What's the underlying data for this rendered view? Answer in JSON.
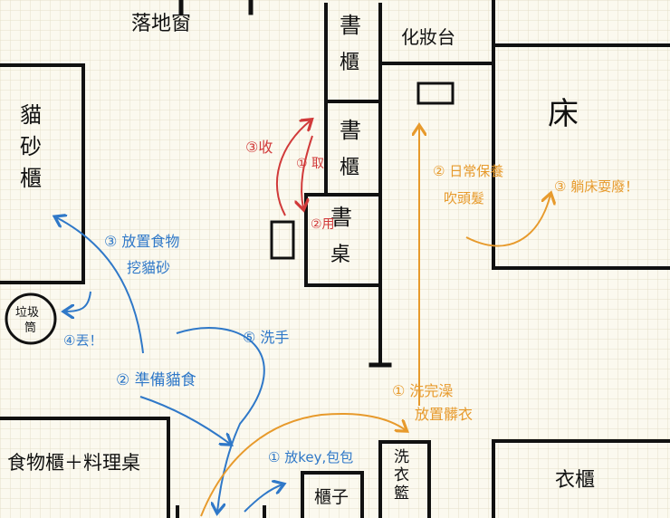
{
  "rooms": {
    "window": "落地窗",
    "cat_litter_cabinet": "貓砂櫃",
    "trash": "垃圾筒",
    "bookshelf_1": "書櫃",
    "bookshelf_2": "書櫃",
    "desk": "書桌",
    "vanity": "化妝台",
    "bed": "床",
    "food_cabinet": "食物櫃＋料理桌",
    "cabinet": "櫃子",
    "laundry_basket": "洗衣籃",
    "wardrobe": "衣櫃"
  },
  "notes_blue": {
    "n3a": "③ 放置食物",
    "n3b": "挖貓砂",
    "n4": "④丟！",
    "n2": "② 準備貓食",
    "n5": "⑤ 洗手",
    "n1": "① 放key,包包"
  },
  "notes_red": {
    "n3": "③收",
    "n1": "① 取",
    "n2": "②用"
  },
  "notes_orange": {
    "n2a": "② 日常保養",
    "n2b": "吹頭髮",
    "n3": "③ 躺床耍廢！",
    "n1a": "① 洗完澡",
    "n1b": "放置髒衣"
  },
  "colors": {
    "grid": "#e6e2cf",
    "background": "#fbf9ef",
    "blue": "#2f78c8",
    "red": "#d13a3a",
    "orange": "#e79a2c"
  }
}
